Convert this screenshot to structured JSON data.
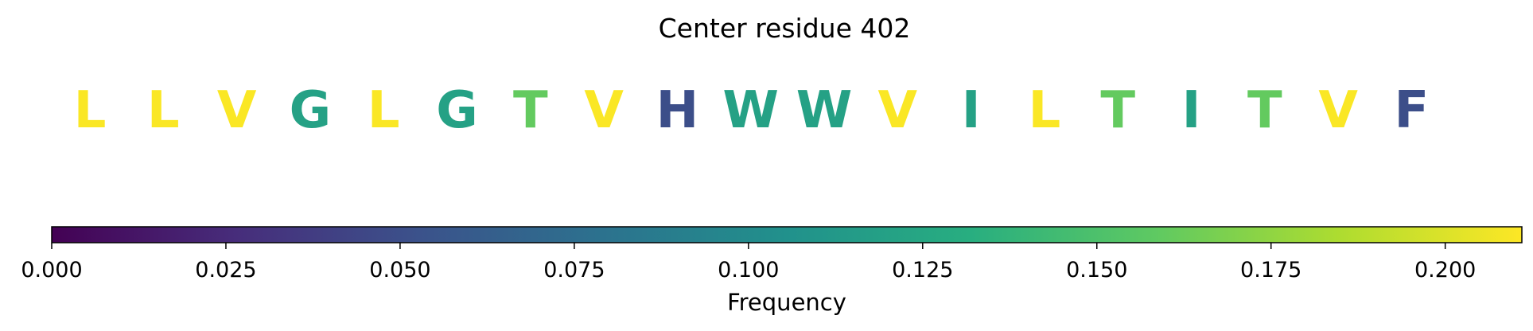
{
  "chart_data": {
    "type": "sequence-logo-colorbar",
    "title": "Center residue 402",
    "colormap": "viridis",
    "residues": [
      "L",
      "L",
      "V",
      "G",
      "L",
      "G",
      "T",
      "V",
      "H",
      "W",
      "W",
      "V",
      "I",
      "L",
      "T",
      "I",
      "T",
      "V",
      "F"
    ],
    "frequencies": [
      0.21,
      0.21,
      0.21,
      0.12,
      0.21,
      0.12,
      0.16,
      0.21,
      0.05,
      0.12,
      0.12,
      0.21,
      0.12,
      0.21,
      0.16,
      0.12,
      0.16,
      0.21,
      0.05
    ],
    "colorbar": {
      "label": "Frequency",
      "range": [
        0.0,
        0.211
      ],
      "ticks": [
        0.0,
        0.025,
        0.05,
        0.075,
        0.1,
        0.125,
        0.15,
        0.175,
        0.2
      ],
      "tick_labels": [
        "0.000",
        "0.025",
        "0.050",
        "0.075",
        "0.100",
        "0.125",
        "0.150",
        "0.175",
        "0.200"
      ]
    }
  }
}
